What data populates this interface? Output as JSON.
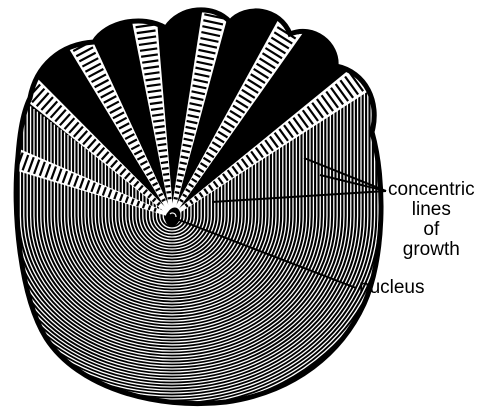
{
  "labels": {
    "growth_lines": [
      "concentric",
      "lines",
      "of",
      "growth"
    ],
    "nucleus": "nucleus"
  },
  "colors": {
    "ink": "#000000",
    "paper": "#ffffff"
  }
}
